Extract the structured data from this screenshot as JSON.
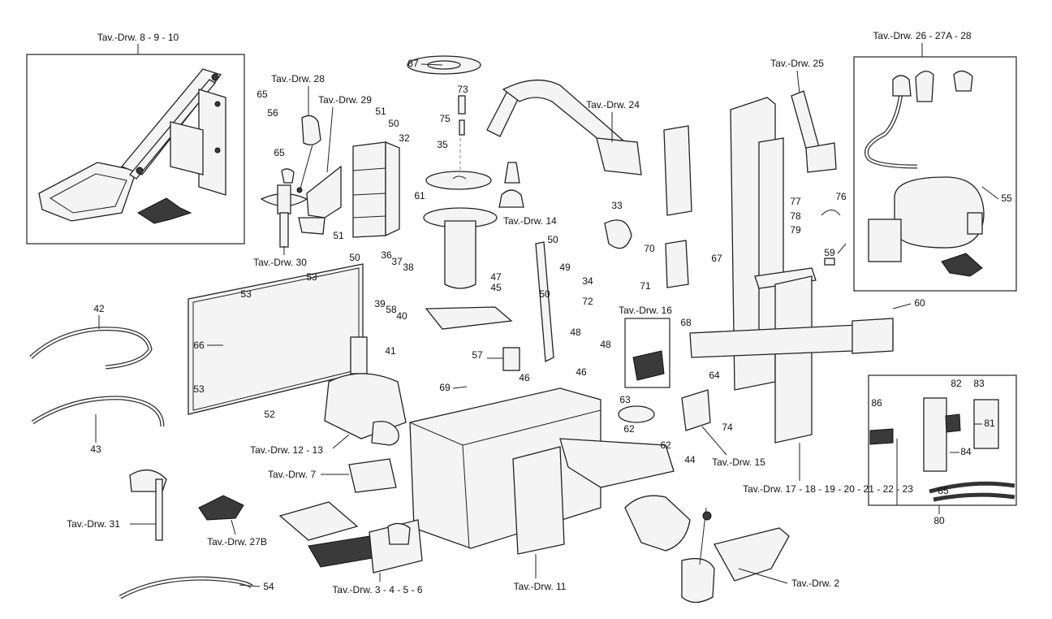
{
  "drawing_refs": {
    "d8910": "Tav.-Drw. 8 - 9 - 10",
    "d28a": "Tav.-Drw. 28",
    "d29": "Tav.-Drw. 29",
    "d30": "Tav.-Drw. 30",
    "d14": "Tav.-Drw. 14",
    "d24": "Tav.-Drw. 24",
    "d25": "Tav.-Drw. 25",
    "d2627a28": "Tav.-Drw. 26 - 27A - 28",
    "d16": "Tav.-Drw. 16",
    "d15": "Tav.-Drw. 15",
    "d1213": "Tav.-Drw. 12 - 13",
    "d7": "Tav.-Drw. 7",
    "d17to23": "Tav.-Drw. 17 - 18 - 19 - 20 - 21 - 22 - 23",
    "d31": "Tav.-Drw. 31",
    "d27b": "Tav.-Drw. 27B",
    "d3456": "Tav.-Drw. 3 - 4 - 5 - 6",
    "d11": "Tav.-Drw. 11",
    "d2": "Tav.-Drw. 2"
  },
  "part_numbers": [
    "87",
    "73",
    "75",
    "35",
    "65",
    "56",
    "65",
    "51",
    "50",
    "32",
    "61",
    "51",
    "50",
    "36",
    "37",
    "38",
    "39",
    "58",
    "40",
    "53",
    "53",
    "66",
    "53",
    "52",
    "41",
    "42",
    "43",
    "47",
    "49",
    "50",
    "50",
    "45",
    "48",
    "57",
    "69",
    "46",
    "46",
    "48",
    "62",
    "62",
    "63",
    "44",
    "33",
    "34",
    "72",
    "70",
    "71",
    "77",
    "76",
    "78",
    "79",
    "67",
    "68",
    "64",
    "74",
    "55",
    "59",
    "60",
    "86",
    "82",
    "83",
    "81",
    "84",
    "85",
    "80",
    "54"
  ],
  "colors": {
    "line": "#222222",
    "fill": "#f4f4f4",
    "dark": "#3a3a3a"
  }
}
